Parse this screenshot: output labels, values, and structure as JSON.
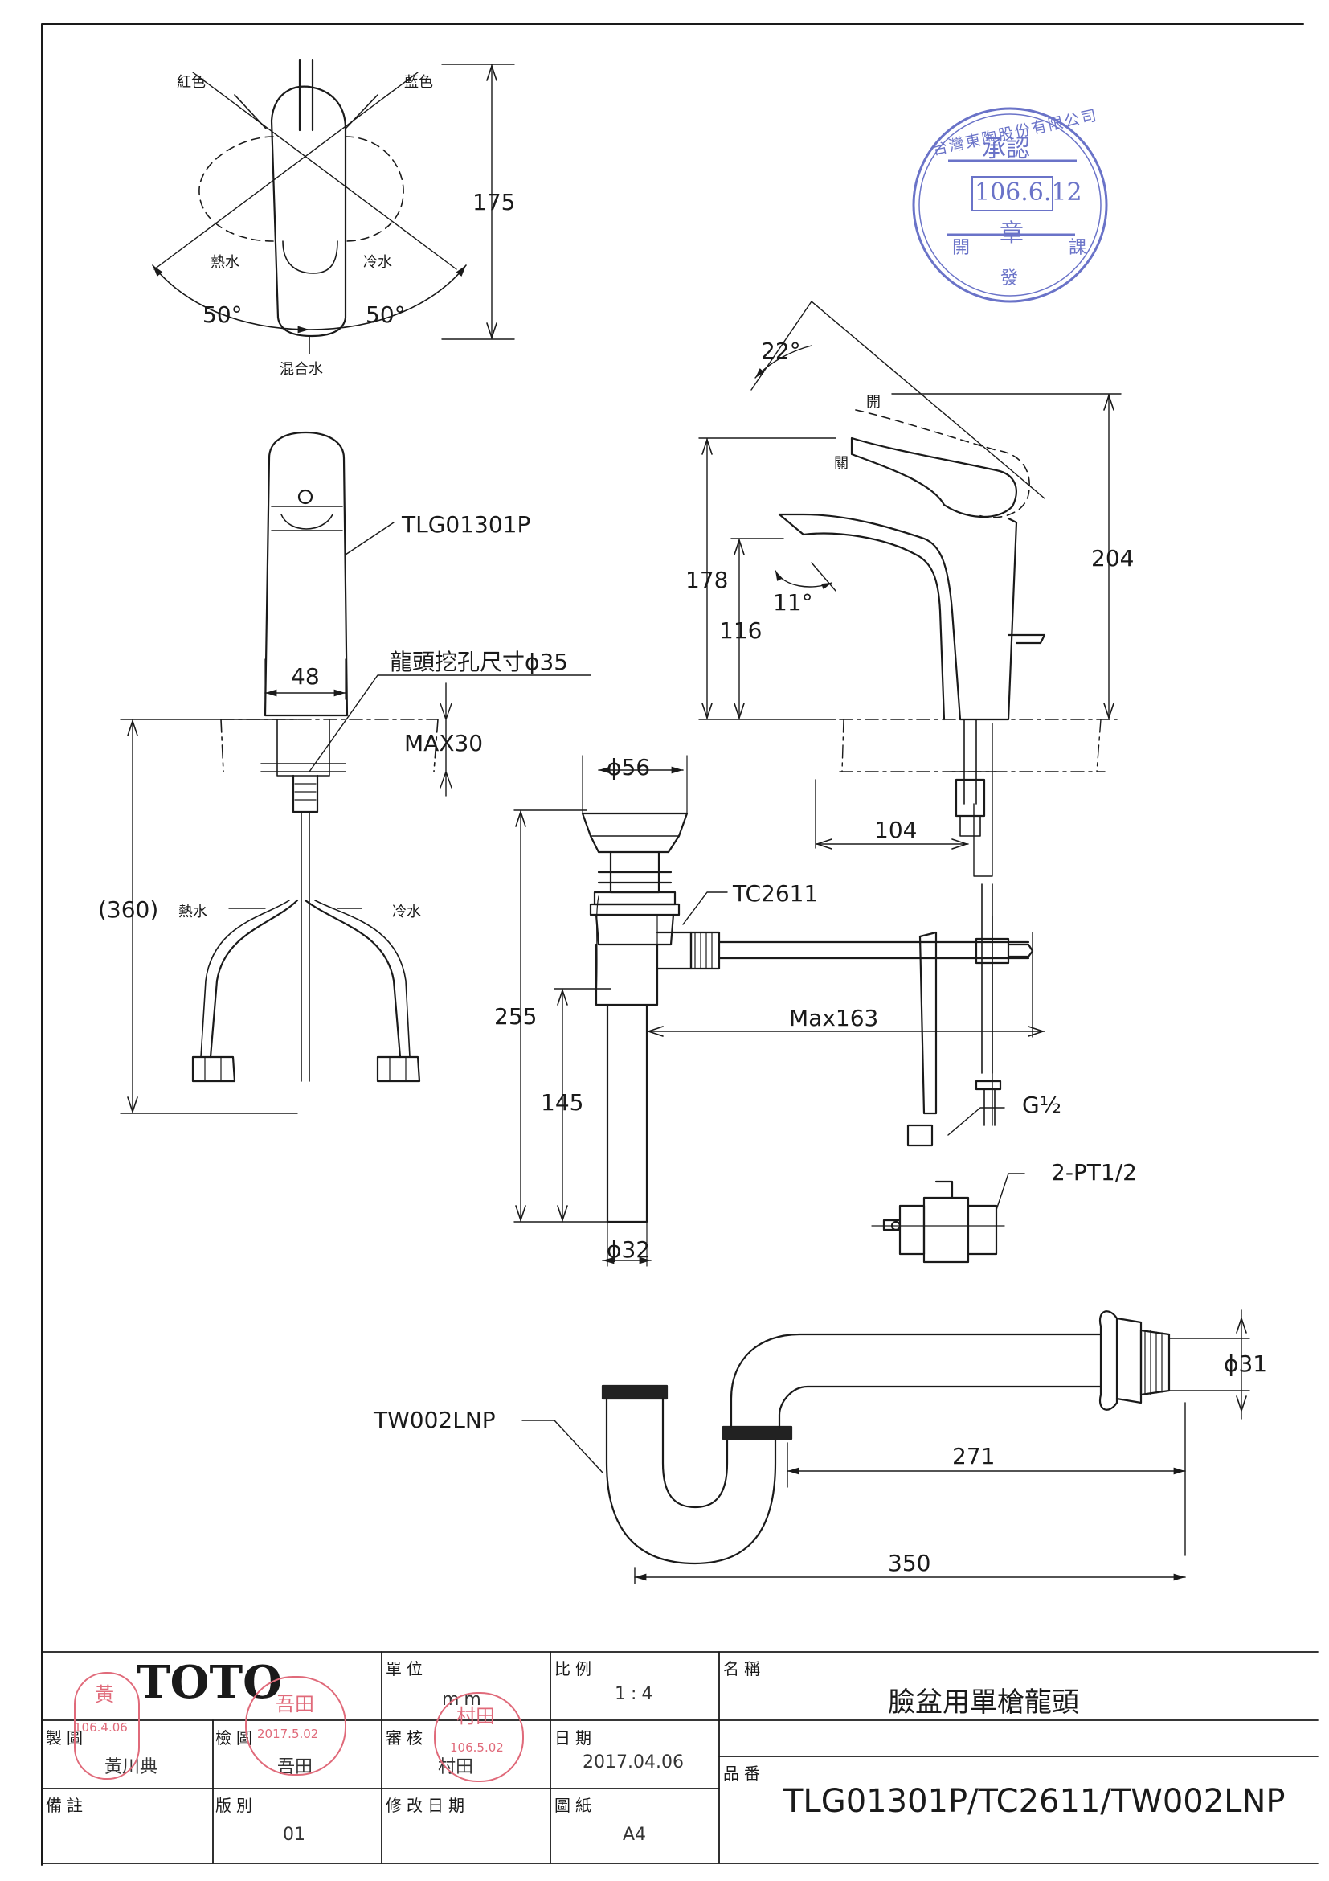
{
  "top_view": {
    "red_label": "紅色",
    "blue_label": "藍色",
    "hot_label": "熱水",
    "cold_label": "冷水",
    "angle_left": "50°",
    "angle_right": "50°",
    "mix_label": "混合水",
    "height_dim": "175"
  },
  "front_view": {
    "model_callout": "TLG01301P",
    "width_dim": "48",
    "hole_note": "龍頭挖孔尺寸ϕ35",
    "max_thickness": "MAX30",
    "hose_length": "(360)",
    "hot_label": "熱水",
    "cold_label": "冷水"
  },
  "side_view": {
    "lever_angle": "22°",
    "open_label": "開",
    "close_label": "關",
    "total_height": "204",
    "spout_height": "178",
    "outlet_height": "116",
    "spout_angle": "11°",
    "reach": "104"
  },
  "drain": {
    "top_dia": "ϕ56",
    "model_callout": "TC2611",
    "height_total": "255",
    "height_lower": "145",
    "rod_max": "Max163",
    "bottom_dia": "ϕ32",
    "thread": "G½",
    "stop_valve": "2-PT1/2"
  },
  "trap": {
    "model_callout": "TW002LNP",
    "outlet_dia": "ϕ31",
    "length_inner": "271",
    "length_total": "350"
  },
  "approval_stamp": {
    "ring_text": "台灣東陶股份有限公司",
    "title": "承認",
    "date": "106.6.12",
    "seal": "章",
    "dept_left": "開",
    "dept_mid": "發",
    "dept_right": "課"
  },
  "title_block": {
    "brand": "TOTO",
    "unit_header": "單位",
    "unit_value": "mm",
    "scale_header": "比例",
    "scale_value": "1:4",
    "name_header": "名稱",
    "name_value": "臉盆用單槍龍頭",
    "drawn_header": "製圖",
    "drawn_value": "黃川典",
    "checked_header": "檢圖",
    "checked_value": "吾田",
    "reviewed_header": "審核",
    "reviewed_value": "村田",
    "date_header": "日期",
    "date_value": "2017.04.06",
    "part_header": "品番",
    "part_value": "TLG01301P/TC2611/TW002LNP",
    "remarks_header": "備註",
    "version_header": "版別",
    "version_value": "01",
    "revised_header": "修改日期",
    "paper_header": "圖紙",
    "paper_value": "A4",
    "stamp_drawn_name": "黃",
    "stamp_drawn_date": "106.4.06",
    "stamp_checked_name": "吾田",
    "stamp_checked_date": "2017.5.02",
    "stamp_reviewed_name": "村田",
    "stamp_reviewed_date": "106.5.02"
  }
}
